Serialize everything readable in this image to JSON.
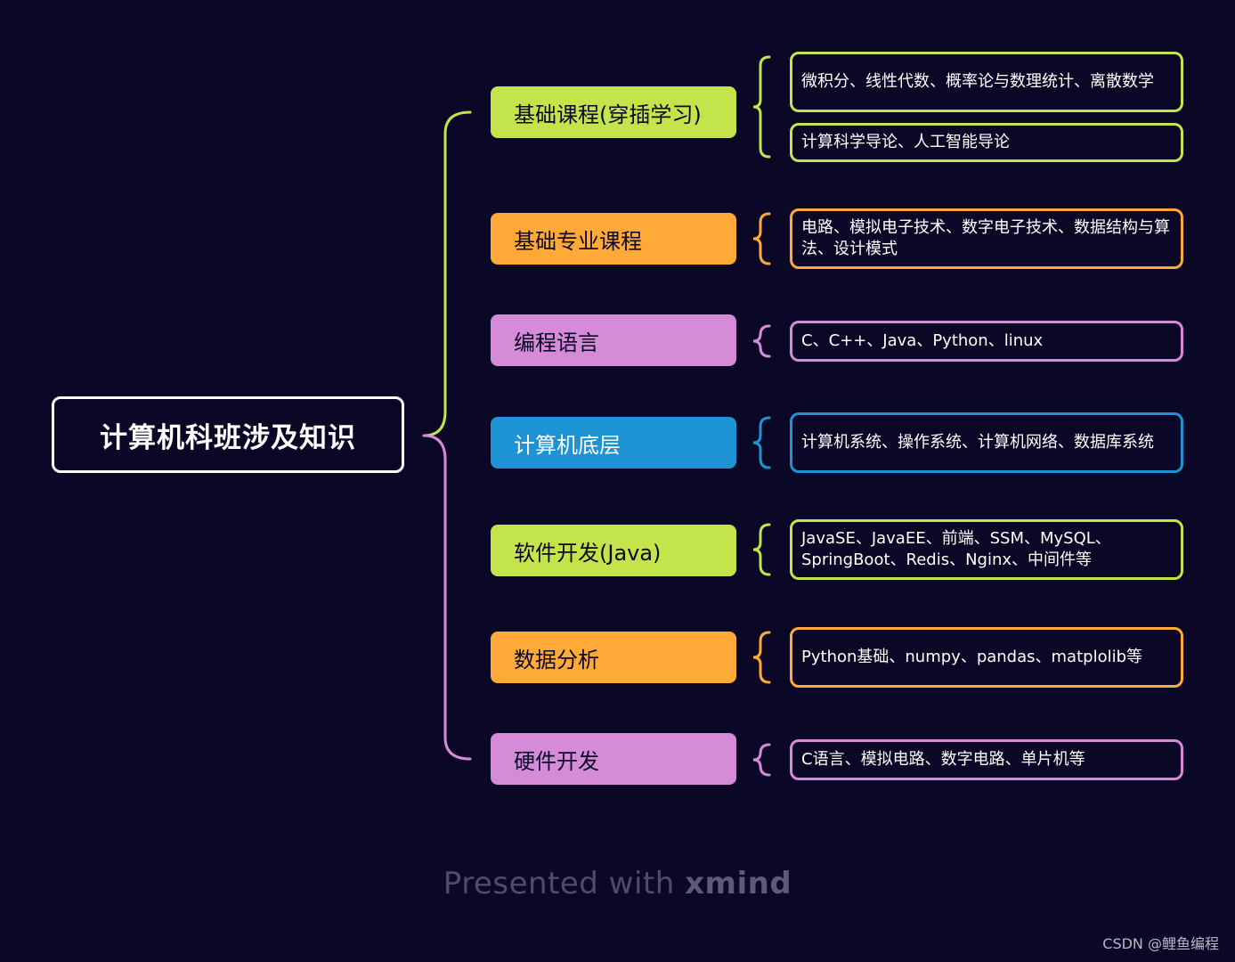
{
  "root": {
    "label": "计算机科班涉及知识"
  },
  "branches": [
    {
      "label": "基础课程(穿插学习)",
      "color": "#c3e44a",
      "leaves": [
        "微积分、线性代数、概率论与数理统计、离散数学",
        "计算科学导论、人工智能导论"
      ]
    },
    {
      "label": "基础专业课程",
      "color": "#ffa938",
      "leaves": [
        "电路、模拟电子技术、数字电子技术、数据结构与算法、设计模式"
      ]
    },
    {
      "label": "编程语言",
      "color": "#d58bd8",
      "leaves": [
        "C、C++、Java、Python、linux"
      ]
    },
    {
      "label": "计算机底层",
      "color": "#1e93d4",
      "leaves": [
        "计算机系统、操作系统、计算机网络、数据库系统"
      ]
    },
    {
      "label": "软件开发(Java)",
      "color": "#c3e44a",
      "leaves": [
        "JavaSE、JavaEE、前端、SSM、MySQL、SpringBoot、Redis、Nginx、中间件等"
      ]
    },
    {
      "label": "数据分析",
      "color": "#ffa938",
      "leaves": [
        "Python基础、numpy、pandas、matplolib等"
      ]
    },
    {
      "label": "硬件开发",
      "color": "#d58bd8",
      "leaves": [
        "C语言、模拟电路、数字电路、单片机等"
      ]
    }
  ],
  "footer": {
    "prefix": "Presented with ",
    "brand": "xmind"
  },
  "watermark": "CSDN @鲤鱼编程"
}
